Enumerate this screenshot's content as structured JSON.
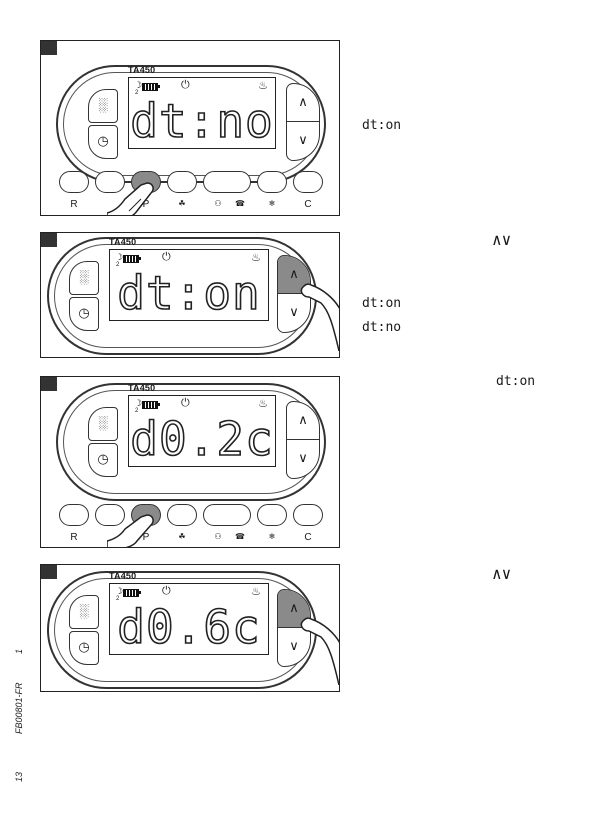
{
  "panels": [
    {
      "model": "TA450",
      "lcd": "dt:no",
      "press": "P",
      "arrow_pressed": null,
      "keys": true
    },
    {
      "model": "TA450",
      "lcd": "dt:on",
      "press": null,
      "arrow_pressed": "up",
      "keys": false
    },
    {
      "model": "TA450",
      "lcd": "d0.2c",
      "press": "P",
      "arrow_pressed": null,
      "keys": true
    },
    {
      "model": "TA450",
      "lcd": "d0.6c",
      "press": null,
      "arrow_pressed": "up",
      "keys": false
    }
  ],
  "key_labels": [
    "R",
    "",
    "P",
    "",
    "",
    "",
    "",
    "C"
  ],
  "side_texts": {
    "p1": "dt:on",
    "p2_arrows": "∧∨",
    "p2_line1": "dt:on",
    "p2_line2": "dt:no",
    "p3": "dt:on",
    "p4_arrows": "∧∨"
  },
  "margin": {
    "code": "FB00801-FR",
    "num1": "1",
    "page": "13"
  },
  "icons": {
    "moon": "☽",
    "prog_num": "2",
    "power": "⏻",
    "flame": "♨",
    "up": "∧",
    "down": "∨",
    "side_top": "░",
    "side_bot": "◷"
  }
}
